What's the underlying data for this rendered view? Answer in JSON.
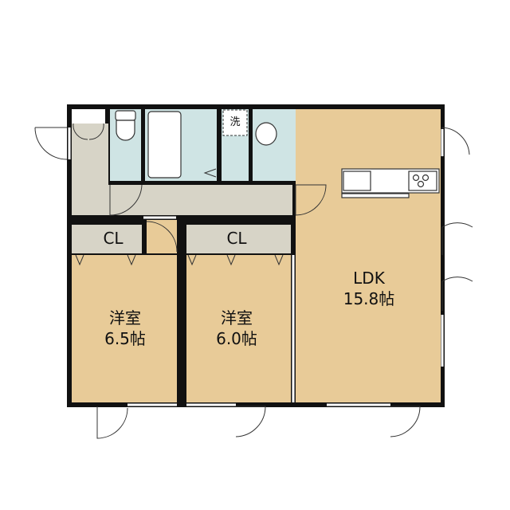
{
  "rooms": {
    "closet_left": {
      "label": "CL"
    },
    "closet_right": {
      "label": "CL"
    },
    "bedroom_1": {
      "name": "洋室",
      "size": "6.5帖"
    },
    "bedroom_2": {
      "name": "洋室",
      "size": "6.0帖"
    },
    "ldk": {
      "name": "LDK",
      "size": "15.8帖"
    },
    "washer": {
      "label": "洗"
    }
  },
  "colors": {
    "wet_area": "#cfe4e4",
    "floor": "#e8cb98",
    "hall": "#d7d4c7",
    "wall": "#111111"
  }
}
